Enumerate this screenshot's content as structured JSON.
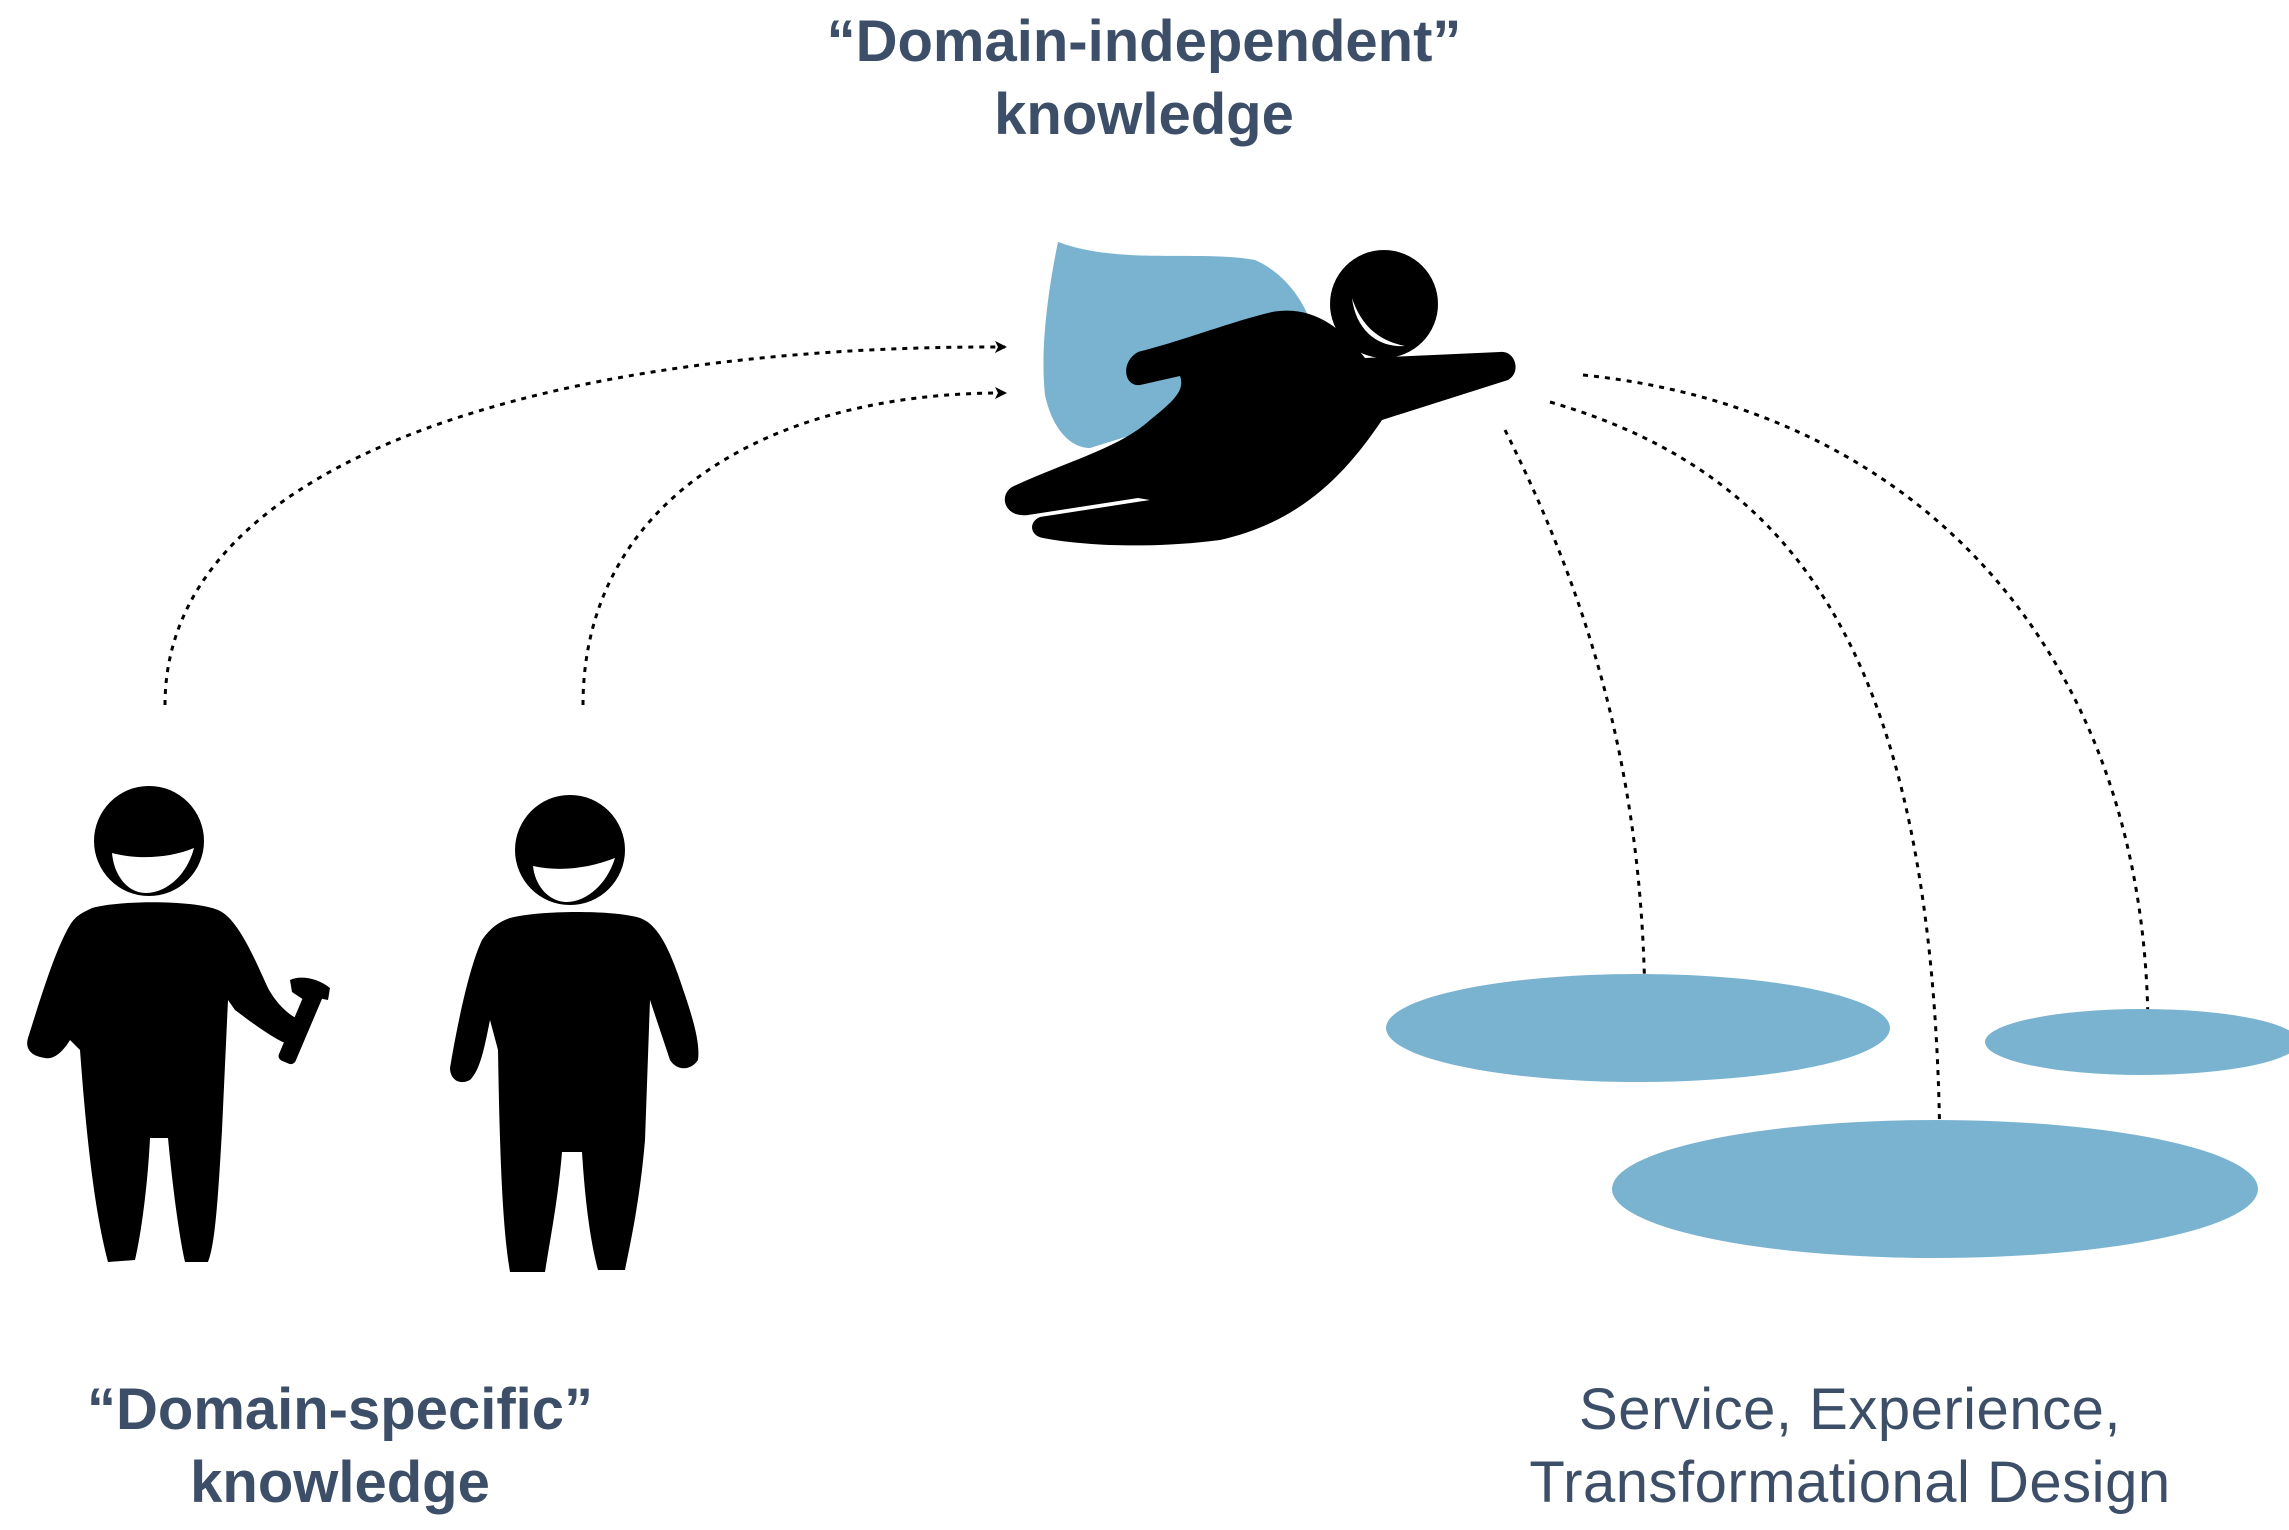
{
  "labels": {
    "top": {
      "line1": "“Domain-independent”",
      "line2": "knowledge"
    },
    "left": {
      "line1": "“Domain-specific”",
      "line2": "knowledge"
    },
    "right": {
      "line1": "Service, Experience,",
      "line2": "Transformational Design"
    }
  },
  "colors": {
    "text": "#3d4f68",
    "accent": "#7ab3cf",
    "figure": "#000000",
    "background": "#ffffff"
  },
  "icons": {
    "flying_figure": "superhero-figure-icon",
    "worker_with_hammer": "person-with-hammer-icon",
    "standing_person": "person-icon",
    "domains": "pond-icon"
  }
}
